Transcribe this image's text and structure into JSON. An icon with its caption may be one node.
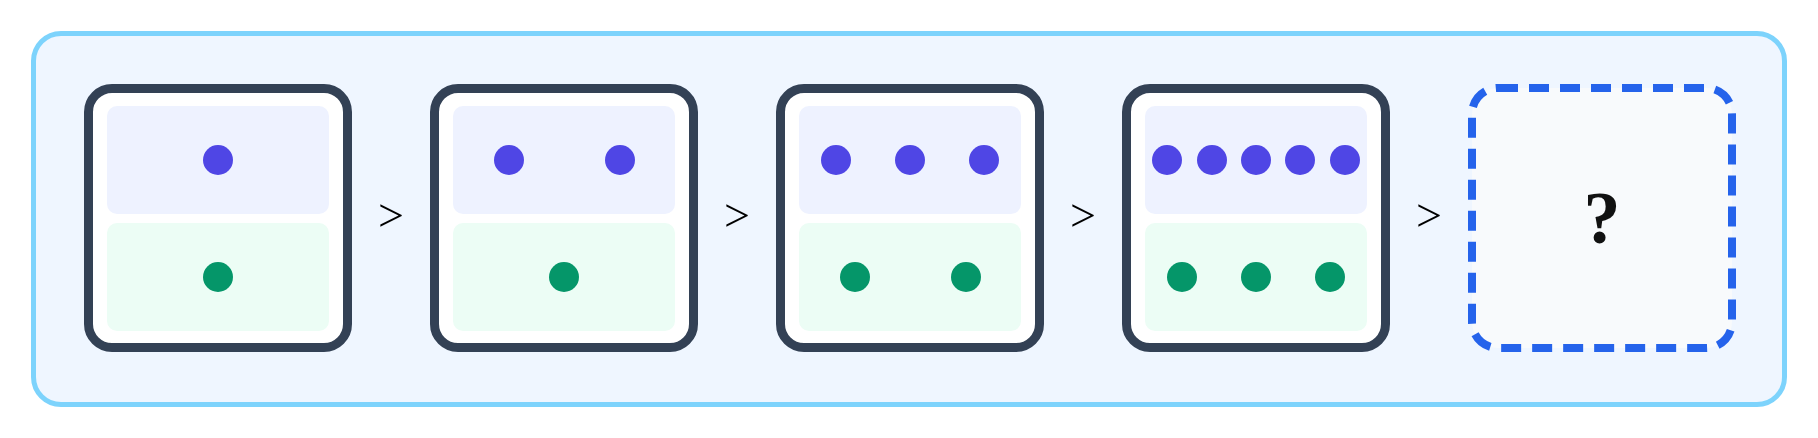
{
  "diagram": {
    "nodes": [
      {
        "text": [],
        "shape": "box"
      },
      {
        "text": [],
        "shape": "box",
        "in": 0
      },
      {
        "text": [],
        "shape": "box",
        "in": 1
      },
      {
        "text": [],
        "shape": "circle",
        "in": 2
      },
      {
        "text": [],
        "shape": "box",
        "in": 1
      },
      {
        "text": [],
        "shape": "circle",
        "in": 4
      },
      {
        "text": [],
        "shape": "box",
        "in": 0
      },
      {
        "text": [],
        "shape": "box",
        "in": 6
      },
      {
        "text": [],
        "shape": "circle",
        "in": 7
      },
      {
        "text": [],
        "shape": "circle",
        "in": 7
      },
      {
        "text": [],
        "shape": "box",
        "in": 6
      },
      {
        "text": [],
        "shape": "circle",
        "in": 10
      },
      {
        "text": [],
        "shape": "box",
        "in": 0
      },
      {
        "text": [],
        "shape": "box",
        "in": 12
      },
      {
        "text": [],
        "shape": "circle",
        "in": 13
      },
      {
        "text": [],
        "shape": "circle",
        "in": 13
      },
      {
        "text": [],
        "shape": "circle",
        "in": 13
      },
      {
        "text": [],
        "shape": "box",
        "in": 12
      },
      {
        "text": [],
        "shape": "circle",
        "in": 17
      },
      {
        "text": [],
        "shape": "circle",
        "in": 17
      },
      {
        "text": [],
        "shape": "box",
        "in": 0
      },
      {
        "text": [],
        "shape": "box",
        "in": 20
      },
      {
        "text": [],
        "shape": "circle",
        "in": 21
      },
      {
        "text": [],
        "shape": "circle",
        "in": 21
      },
      {
        "text": [],
        "shape": "circle",
        "in": 21
      },
      {
        "text": [],
        "shape": "circle",
        "in": 21
      },
      {
        "text": [],
        "shape": "circle",
        "in": 21
      },
      {
        "text": [],
        "shape": "box",
        "in": 20
      },
      {
        "text": [],
        "shape": "circle",
        "in": 27
      },
      {
        "text": [],
        "shape": "circle",
        "in": 27
      },
      {
        "text": [],
        "shape": "circle",
        "in": 27
      },
      {
        "text": [
          "?"
        ],
        "in": 0
      }
    ],
    "labels": [
      ">",
      ">",
      ">",
      ">"
    ]
  }
}
